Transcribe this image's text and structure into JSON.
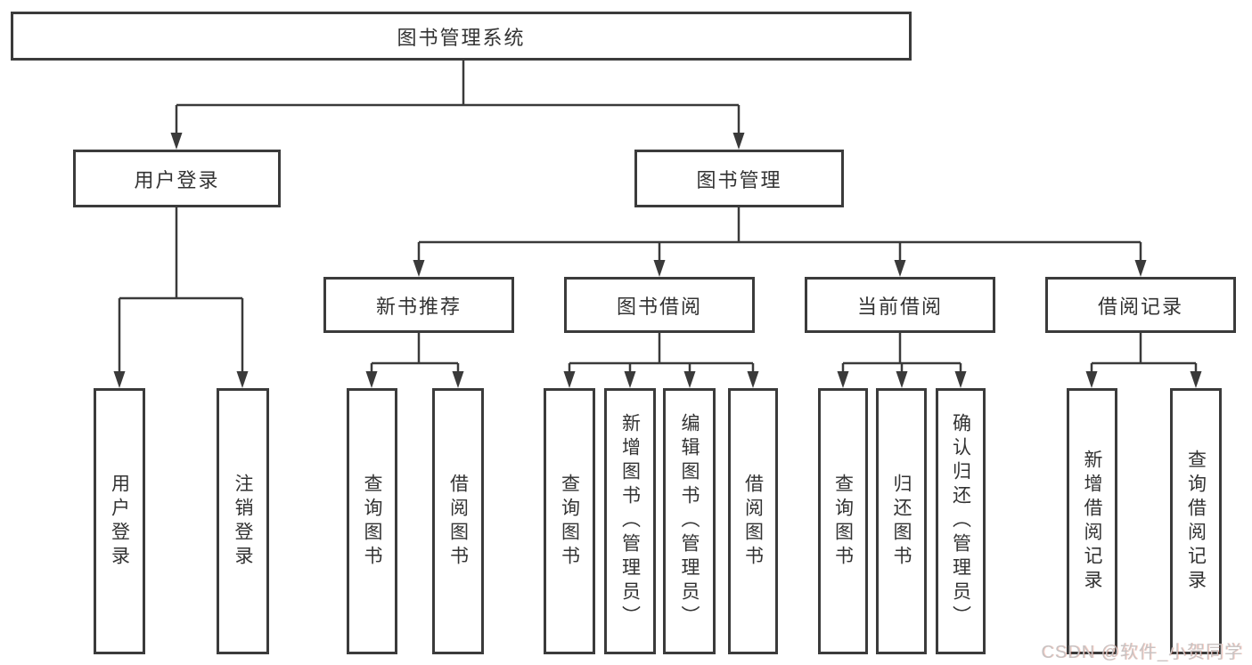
{
  "diagram": {
    "root": {
      "label": "图书管理系统"
    },
    "level2": [
      {
        "label": "用户登录"
      },
      {
        "label": "图书管理"
      }
    ],
    "level3": [
      {
        "label": "新书推荐"
      },
      {
        "label": "图书借阅"
      },
      {
        "label": "当前借阅"
      },
      {
        "label": "借阅记录"
      }
    ],
    "leaves": [
      {
        "label": "用户登录"
      },
      {
        "label": "注销登录"
      },
      {
        "label": "查询图书"
      },
      {
        "label": "借阅图书"
      },
      {
        "label": "查询图书"
      },
      {
        "label": "新增图书（管理员）"
      },
      {
        "label": "编辑图书（管理员）"
      },
      {
        "label": "借阅图书"
      },
      {
        "label": "查询图书"
      },
      {
        "label": "归还图书"
      },
      {
        "label": "确认归还（管理员）"
      },
      {
        "label": "新增借阅记录"
      },
      {
        "label": "查询借阅记录"
      }
    ]
  },
  "watermark": {
    "text": "CSDN @软件_小贺同学"
  },
  "colors": {
    "line": "#3a3a3a",
    "box_border": "#3b3b3b",
    "text": "#333333",
    "background": "#ffffff",
    "watermark": "#c8c3c3"
  }
}
